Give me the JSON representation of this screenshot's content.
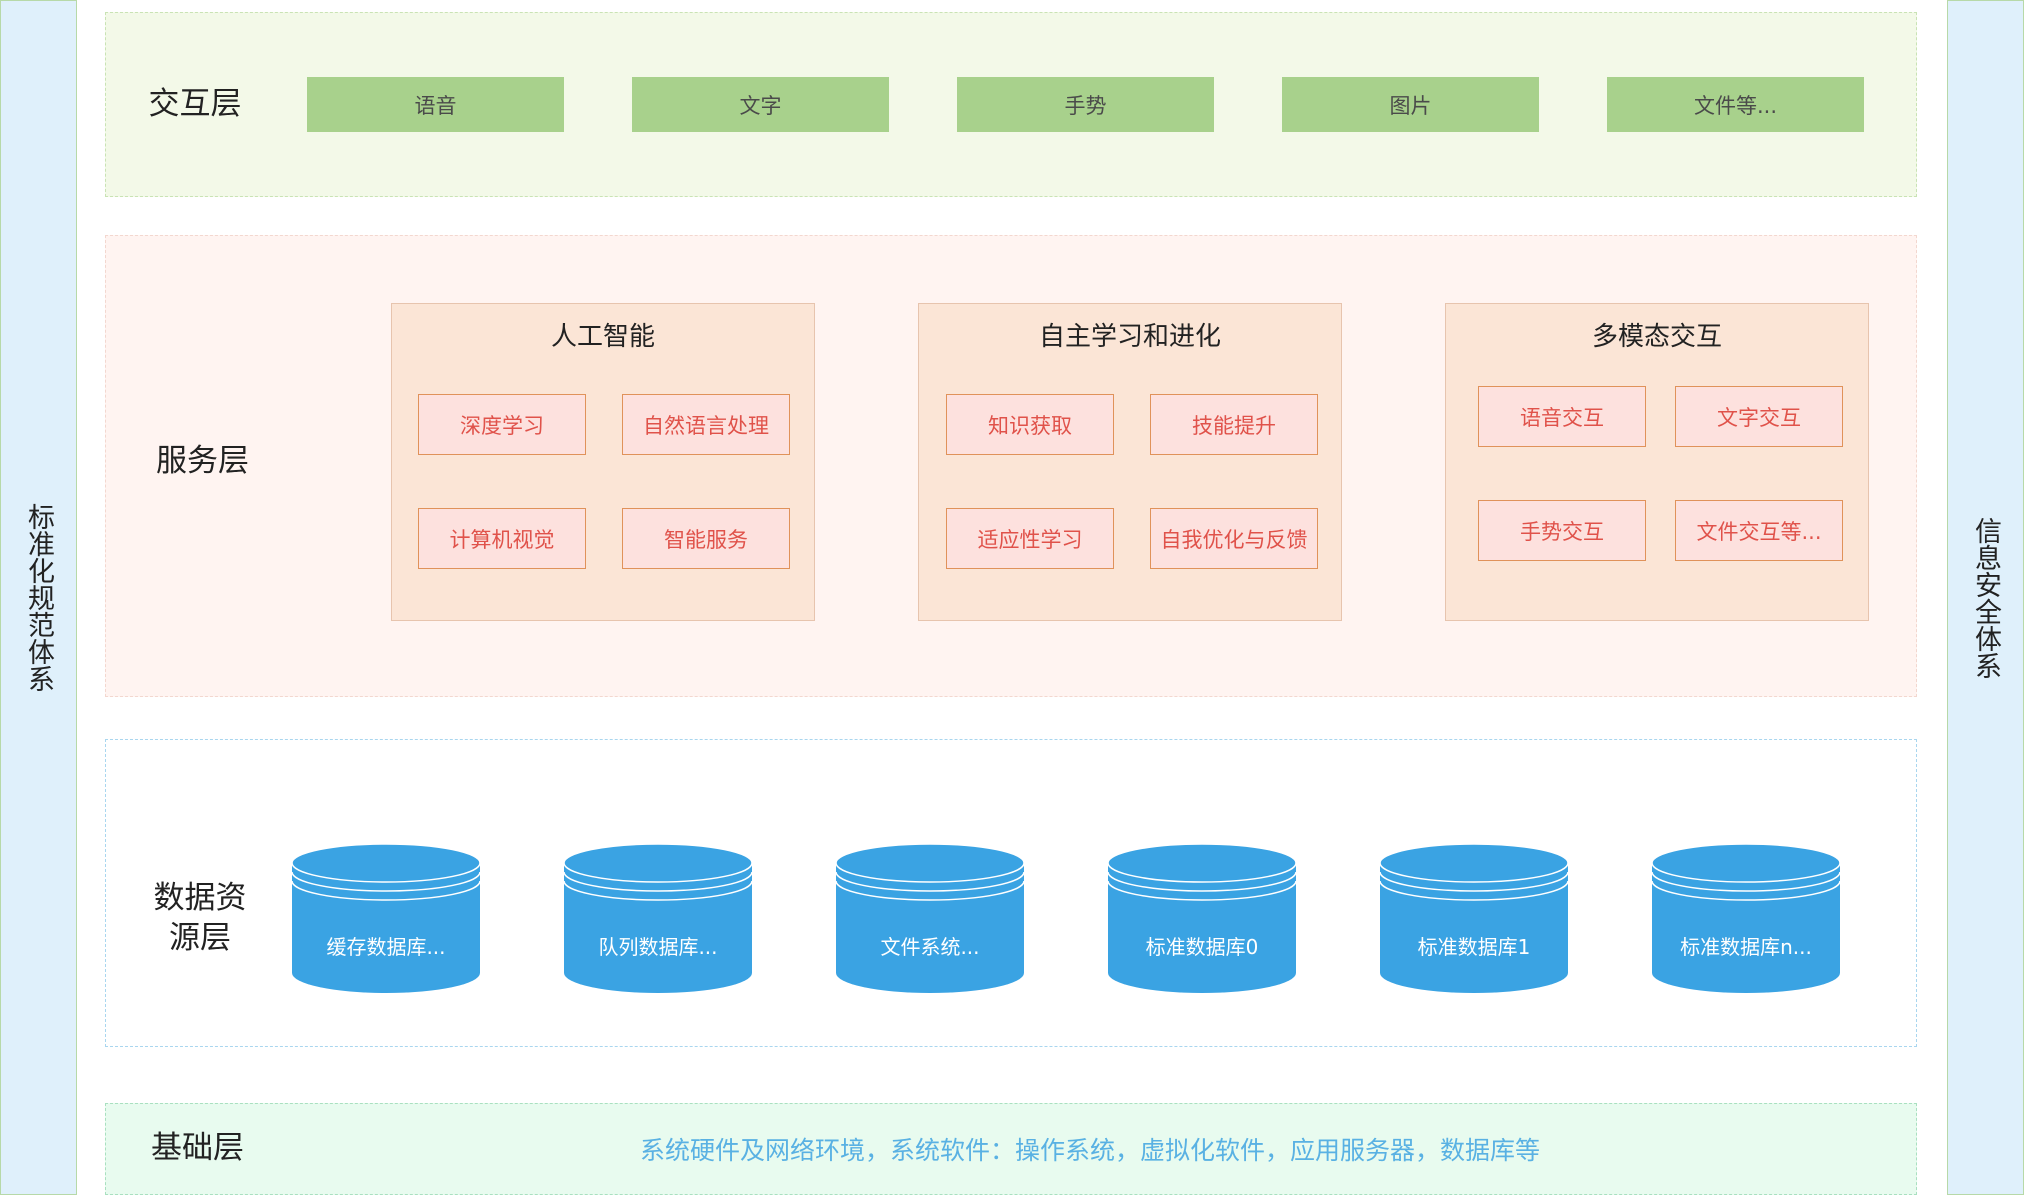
{
  "left_bar": {
    "label": "标准化规范体系"
  },
  "right_bar": {
    "label": "信息安全体系"
  },
  "interaction_layer": {
    "title": "交互层",
    "items": [
      "语音",
      "文字",
      "手势",
      "图片",
      "文件等..."
    ]
  },
  "service_layer": {
    "title": "服务层",
    "groups": [
      {
        "title": "人工智能",
        "items": [
          "深度学习",
          "自然语言处理",
          "计算机视觉",
          "智能服务"
        ]
      },
      {
        "title": "自主学习和进化",
        "items": [
          "知识获取",
          "技能提升",
          "适应性学习",
          "自我优化与反馈"
        ]
      },
      {
        "title": "多模态交互",
        "items": [
          "语音交互",
          "文字交互",
          "手势交互",
          "文件交互等..."
        ]
      }
    ]
  },
  "data_layer": {
    "title_line1": "数据资",
    "title_line2": "源层",
    "databases": [
      "缓存数据库...",
      "队列数据库...",
      "文件系统...",
      "标准数据库0",
      "标准数据库1",
      "标准数据库n..."
    ]
  },
  "base_layer": {
    "title": "基础层",
    "description": "系统硬件及网络环境，系统软件：操作系统，虚拟化软件，应用服务器，数据库等"
  },
  "colors": {
    "interaction_bg": "#f3f9e8",
    "green_button": "#a8d18c",
    "service_bg": "#fff4f1",
    "group_bg": "#fbe5d6",
    "red_box_bg": "#fde1de",
    "red_text": "#e0524a",
    "cylinder_blue": "#3aa3e3",
    "base_bg": "#e8fbef",
    "base_text": "#59b1e3",
    "side_bar_bg": "#dff0fb"
  }
}
